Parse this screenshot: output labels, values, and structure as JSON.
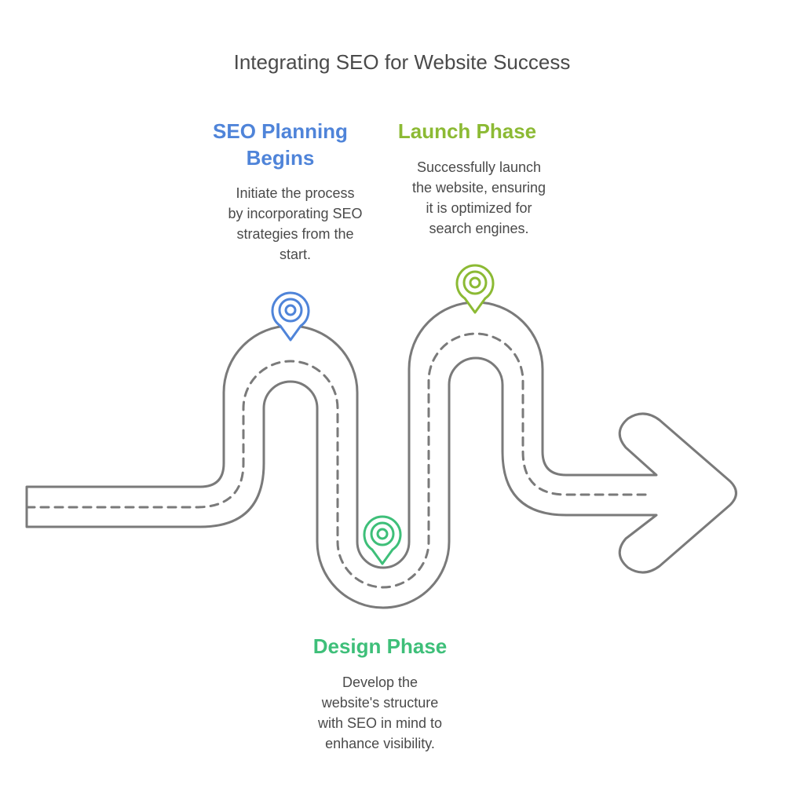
{
  "title": "Integrating SEO for Website Success",
  "colors": {
    "road": "#7a7a7a",
    "planning": "#4f84d9",
    "design": "#3ebf79",
    "launch": "#8cba34",
    "text": "#4a4a4a"
  },
  "stages": [
    {
      "heading": "SEO Planning\nBegins",
      "description": "Initiate the process\nby incorporating SEO\nstrategies from the\nstart.",
      "icon": "location-pin-icon"
    },
    {
      "heading": "Design Phase",
      "description": "Develop the\nwebsite's structure\nwith SEO in mind to\nenhance visibility.",
      "icon": "location-pin-icon"
    },
    {
      "heading": "Launch Phase",
      "description": "Successfully launch\nthe website, ensuring\nit is optimized for\nsearch engines.",
      "icon": "location-pin-icon"
    }
  ]
}
